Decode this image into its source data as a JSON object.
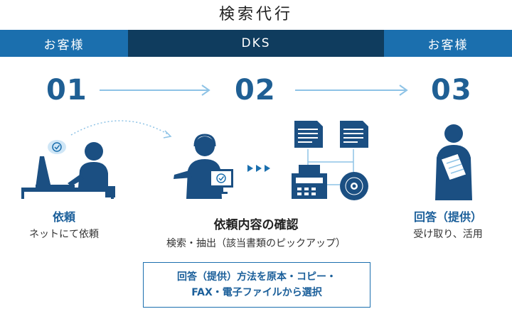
{
  "title": "検索代行",
  "bands": {
    "left": "お客様",
    "middle": "DKS",
    "right": "お客様"
  },
  "steps": [
    {
      "number": "01",
      "label": "依頼",
      "sub": "ネットにて依頼"
    },
    {
      "number": "02",
      "label": "依頼内容の確認",
      "sub": "検索・抽出（該当書類のピックアップ）"
    },
    {
      "number": "03",
      "label": "回答（提供）",
      "sub": "受け取り、活用"
    }
  ],
  "note": {
    "line1": "回答（提供）方法を原本・コピー・",
    "line2": "FAX・電子ファイルから選択"
  },
  "colors": {
    "brand_blue": "#1b6fae",
    "dark_navy": "#0f3c5e",
    "number_blue": "#1f5f94",
    "arrow_light": "#8ec3e6"
  }
}
